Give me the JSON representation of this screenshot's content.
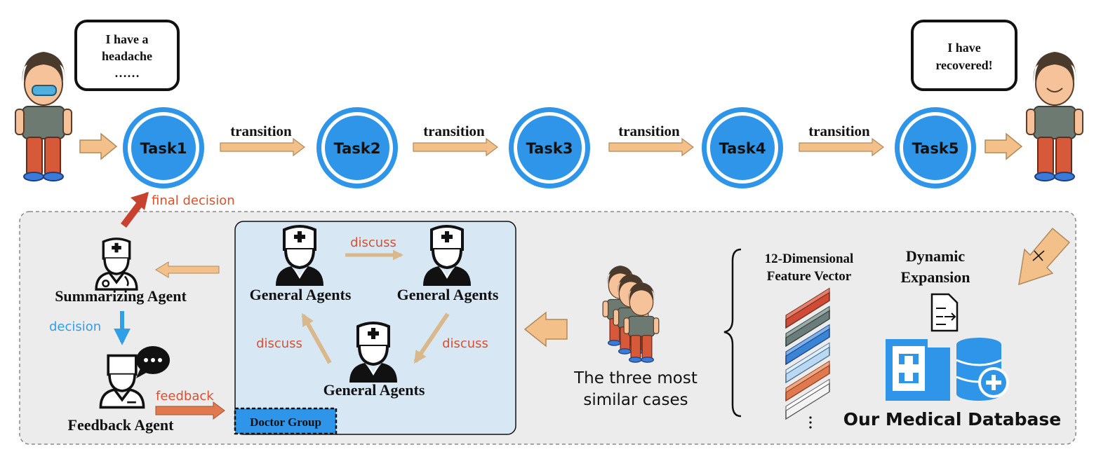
{
  "speech": {
    "start_line1": "I have a",
    "start_line2": "headache",
    "start_line3": "……",
    "end_line1": "I have",
    "end_line2": "recovered!"
  },
  "tasks": [
    "Task1",
    "Task2",
    "Task3",
    "Task4",
    "Task5"
  ],
  "transition_label": "transition",
  "final_decision_label": "final decision",
  "decision_label": "decision",
  "feedback_label": "feedback",
  "discuss_label": "discuss",
  "summarizing_agent": "Summarizing Agent",
  "feedback_agent": "Feedback Agent",
  "general_agents": "General Agents",
  "doctor_group": "Doctor Group",
  "similar_cases": {
    "line1": "The three most",
    "line2": "similar cases"
  },
  "feature_vector": {
    "line1": "12-Dimensional",
    "line2": "Feature Vector"
  },
  "dynamic_expansion": {
    "line1": "Dynamic",
    "line2": "Expansion"
  },
  "database_title": "Our Medical Database",
  "colors": {
    "task_blue": "#2f95e8",
    "arrow_orange": "#f3c089",
    "red_arrow": "#c8432f",
    "label_red": "#d9502f",
    "label_blue": "#2f9fe8",
    "panel_bg": "#ececec",
    "doctor_group_bg": "#d7e7f4"
  }
}
